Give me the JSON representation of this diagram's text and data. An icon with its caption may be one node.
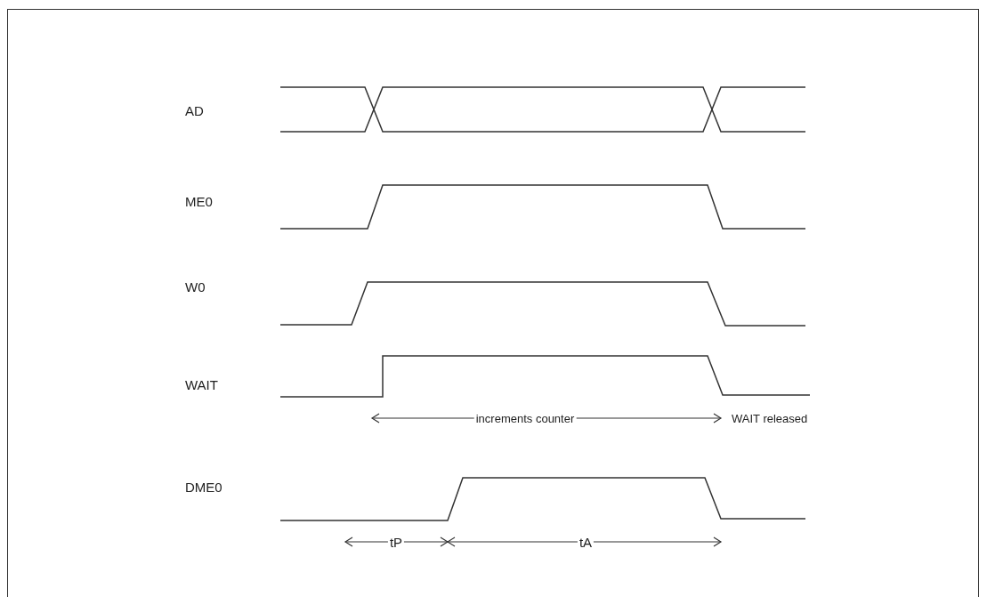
{
  "diagram": {
    "labels": [
      "AD",
      "ME0",
      "W0",
      "WAIT",
      "increments counter",
      "WAIT released",
      "DME0",
      "tP",
      "tA"
    ]
  }
}
